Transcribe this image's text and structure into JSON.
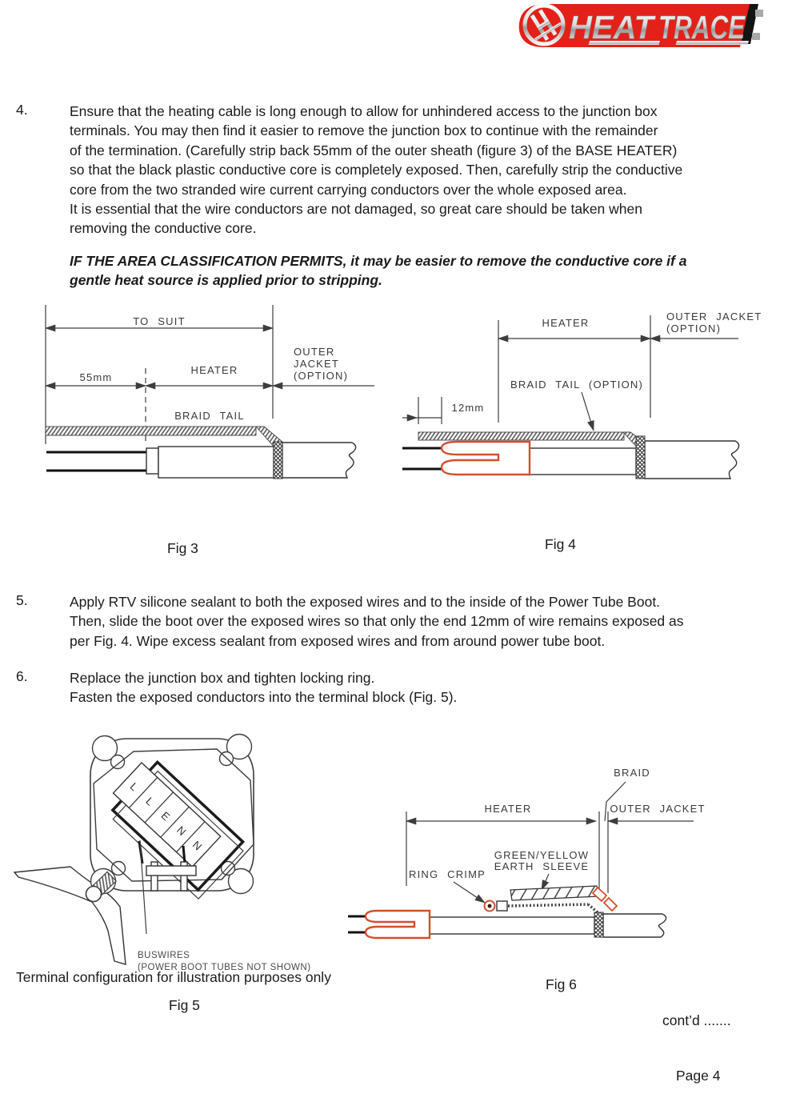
{
  "logo": {
    "word1": "HEAT",
    "word2": "TRACE",
    "red": "#e32119"
  },
  "items": [
    {
      "number": "4.",
      "text": "Ensure that the heating cable is long enough to allow for unhindered access to the junction box\nterminals.  You may then find it easier to remove the junction box to continue with the remainder\nof the termination.  (Carefully strip back 55mm of the outer sheath (figure 3) of the BASE HEATER)\nso that the black plastic conductive core is completely exposed.   Then, carefully strip the conductive\ncore from the two stranded wire current carrying conductors over the whole exposed area.\nIt is essential that the wire conductors are not damaged, so great care should be taken when\nremoving the conductive core."
    },
    {
      "number": "5.",
      "text": "Apply RTV silicone sealant to both the exposed wires and to the inside of the Power Tube Boot.\nThen, slide the boot over the exposed wires so that only the end 12mm of wire remains exposed as\nper Fig. 4.  Wipe excess sealant from exposed wires and from around power tube boot."
    },
    {
      "number": "6.",
      "text": "Replace the junction box and tighten locking ring.\nFasten the exposed conductors into the terminal block (Fig. 5)."
    }
  ],
  "note": "IF THE AREA CLASSIFICATION PERMITS, it may be easier to remove the conductive core if a\ngentle heat source is applied prior to stripping.",
  "fig3": {
    "caption": "Fig 3",
    "labels": {
      "to_suit": "TO SUIT",
      "len55": "55mm",
      "heater": "HEATER",
      "outer1": "OUTER",
      "outer2": "JACKET",
      "outer3": "(OPTION)",
      "braid_tail": "BRAID TAIL"
    }
  },
  "fig4": {
    "caption": "Fig 4",
    "labels": {
      "heater": "HEATER",
      "outer1": "OUTER JACKET",
      "outer2": "(OPTION)",
      "braid_tail": "BRAID TAIL (OPTION)",
      "len12": "12mm"
    }
  },
  "fig5": {
    "caption": "Fig 5",
    "terminals": [
      "L",
      "L",
      "E",
      "N",
      "N"
    ],
    "buswires1": "BUSWIRES",
    "buswires2": "(POWER BOOT TUBES NOT SHOWN)",
    "note": "Terminal configuration for illustration purposes only"
  },
  "fig6": {
    "caption": "Fig 6",
    "labels": {
      "braid": "BRAID",
      "heater": "HEATER",
      "outer_jacket": "OUTER JACKET",
      "earth1": "GREEN/YELLOW",
      "earth2": "EARTH SLEEVE",
      "ring_crimp": "RING CRIMP"
    }
  },
  "footer": {
    "contd": "cont’d .......",
    "page": "Page 4"
  },
  "colors": {
    "boot_red": "#d34f2c",
    "line": "#3d3d3d",
    "logo_red": "#e32119"
  }
}
